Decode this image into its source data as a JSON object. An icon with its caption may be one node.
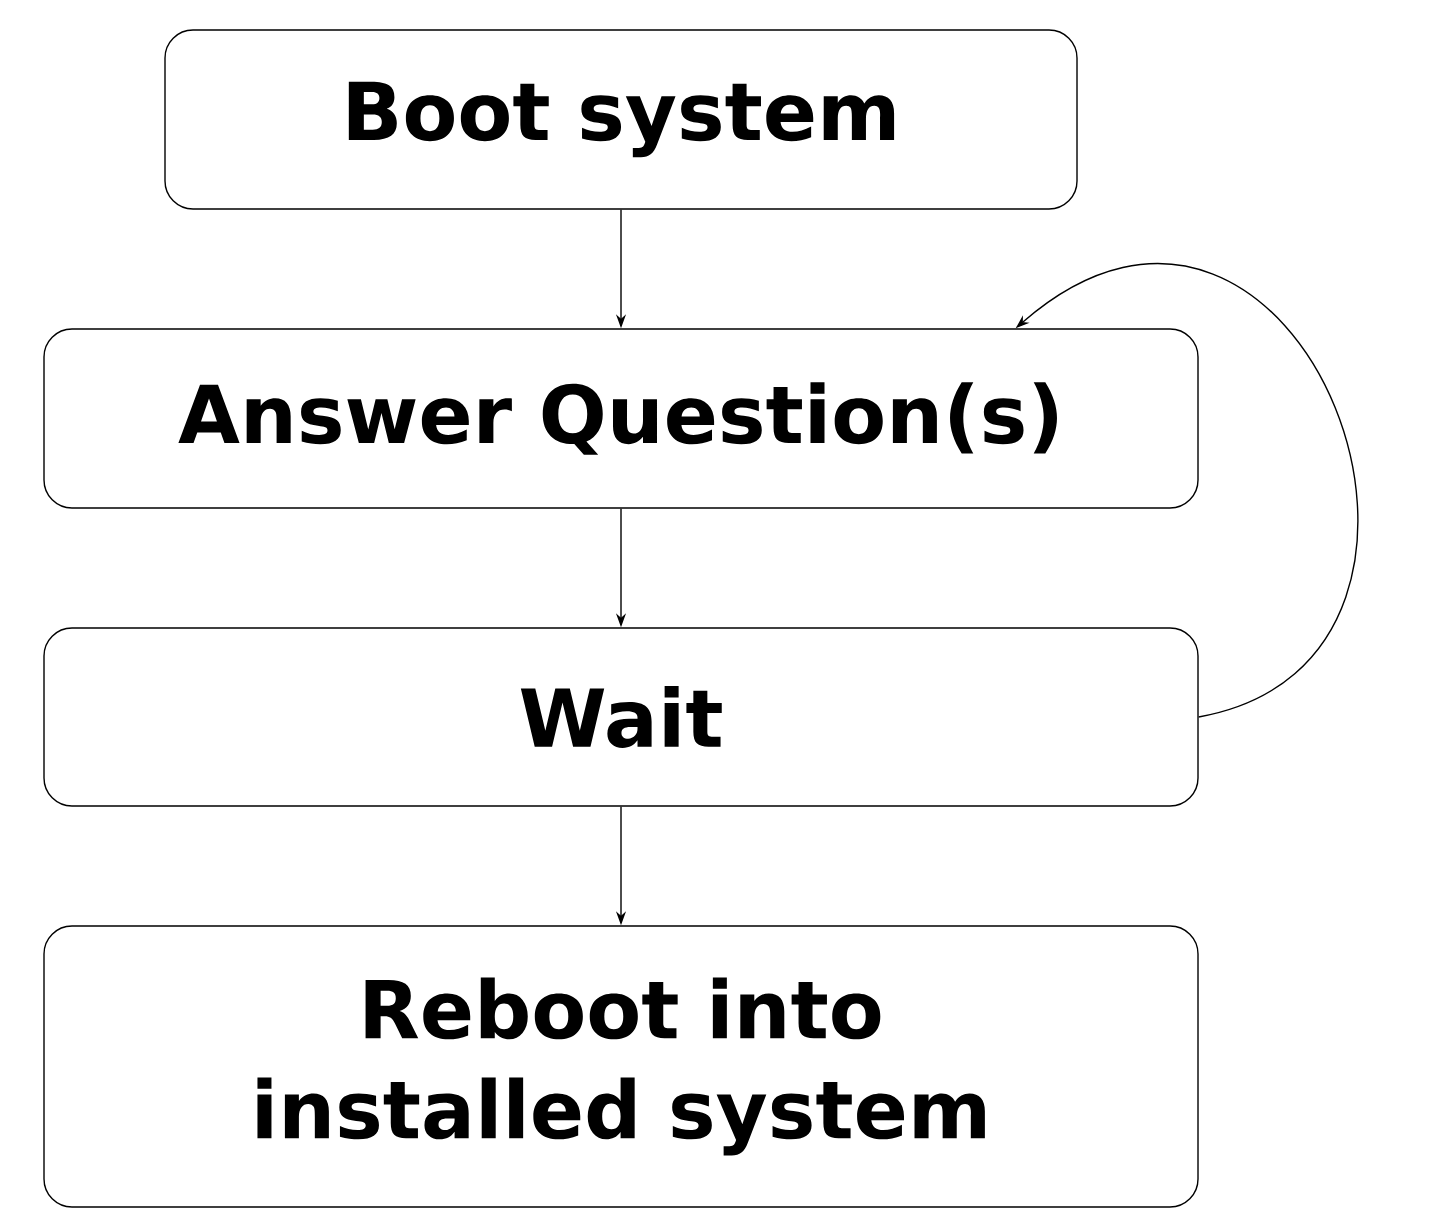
{
  "diagram": {
    "nodes": [
      {
        "text": [
          "Boot system"
        ]
      },
      {
        "text": [
          "Answer Question(s)"
        ]
      },
      {
        "text": [
          "Wait"
        ]
      },
      {
        "text": [
          "Reboot into installed system"
        ]
      }
    ],
    "edges": [
      {
        "from": 0,
        "to": 1,
        "arrow": "to"
      },
      {
        "from": 1,
        "to": 2,
        "arrow": "to"
      },
      {
        "from": 2,
        "to": 3,
        "arrow": "to"
      },
      {
        "from": 2,
        "to": 1,
        "arrow": "to"
      }
    ]
  }
}
